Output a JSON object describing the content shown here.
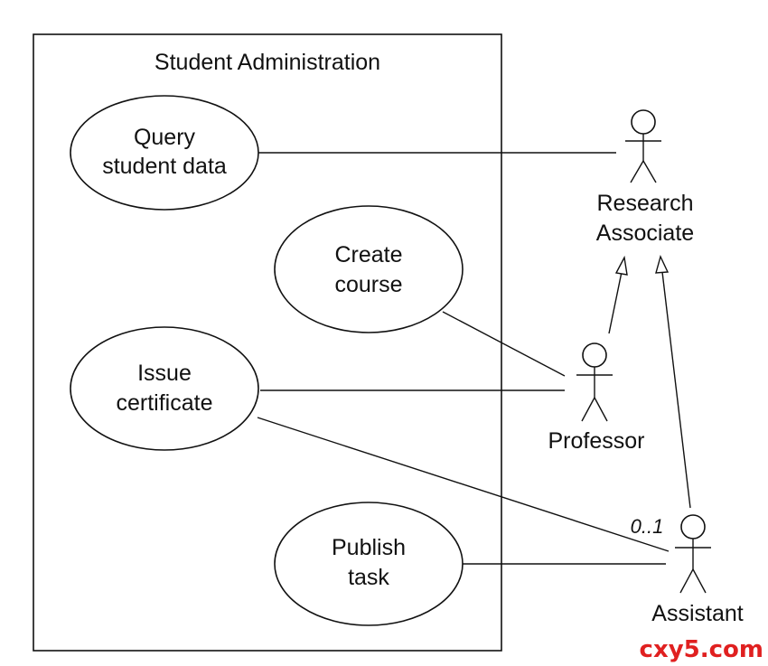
{
  "system": {
    "title": "Student Administration"
  },
  "use_cases": {
    "query": {
      "line1": "Query",
      "line2": "student data"
    },
    "create": {
      "line1": "Create",
      "line2": "course"
    },
    "issue": {
      "line1": "Issue",
      "line2": "certificate"
    },
    "publish": {
      "line1": "Publish",
      "line2": "task"
    }
  },
  "actors": {
    "research": {
      "line1": "Research",
      "line2": "Associate"
    },
    "professor": {
      "name": "Professor"
    },
    "assistant": {
      "name": "Assistant"
    }
  },
  "multiplicity": {
    "assistant_issue": "0..1"
  },
  "watermark": "cxy5.com",
  "colors": {
    "stroke": "#111111",
    "watermark": "#e02020"
  }
}
